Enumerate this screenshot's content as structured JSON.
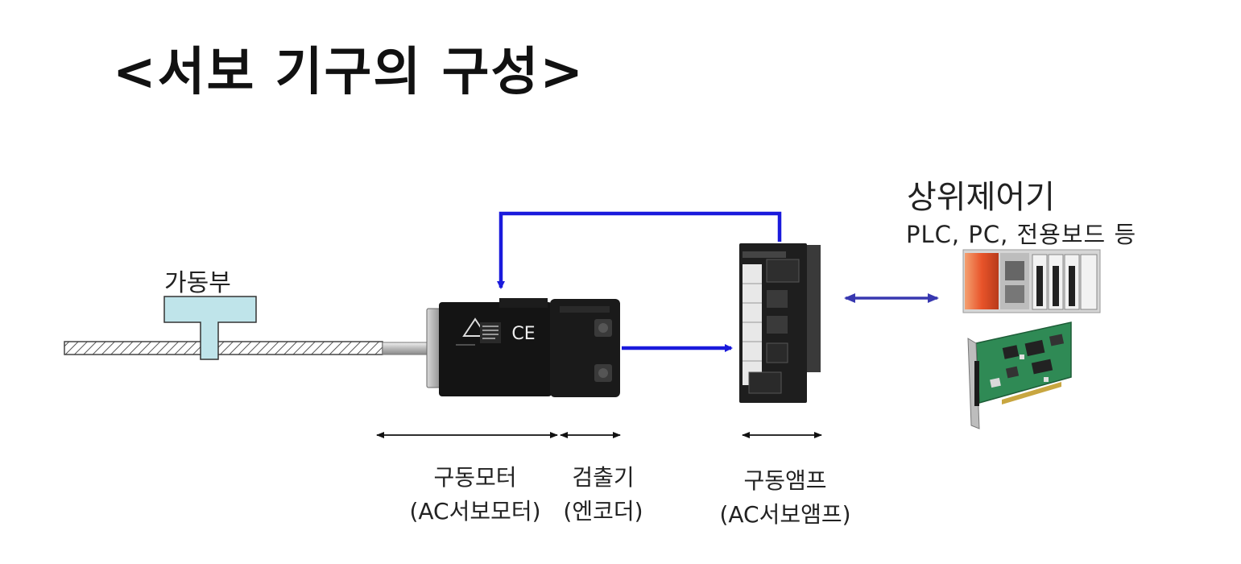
{
  "slide": {
    "title": "<서보 기구의 구성>"
  },
  "labels": {
    "moving_part": "가동부",
    "host_controller": "상위제어기",
    "host_controller_examples": "PLC, PC, 전용보드 등",
    "drive_motor_line1": "구동모터",
    "drive_motor_line2": "(AC서보모터)",
    "detector_line1": "검출기",
    "detector_line2": "(엔코더)",
    "drive_amp_line1": "구동앰프",
    "drive_amp_line2": "(AC서보앰프)"
  },
  "motor_badges": {
    "ce_mark": "CE"
  },
  "colors": {
    "signal_arrow": "#1a1adc",
    "comm_arrow": "#3838b0",
    "moving_part_fill": "#bfe4ea",
    "motor_body": "#141414",
    "plc_module_orange": "#e8542a",
    "pcb_green": "#2f8a55"
  }
}
